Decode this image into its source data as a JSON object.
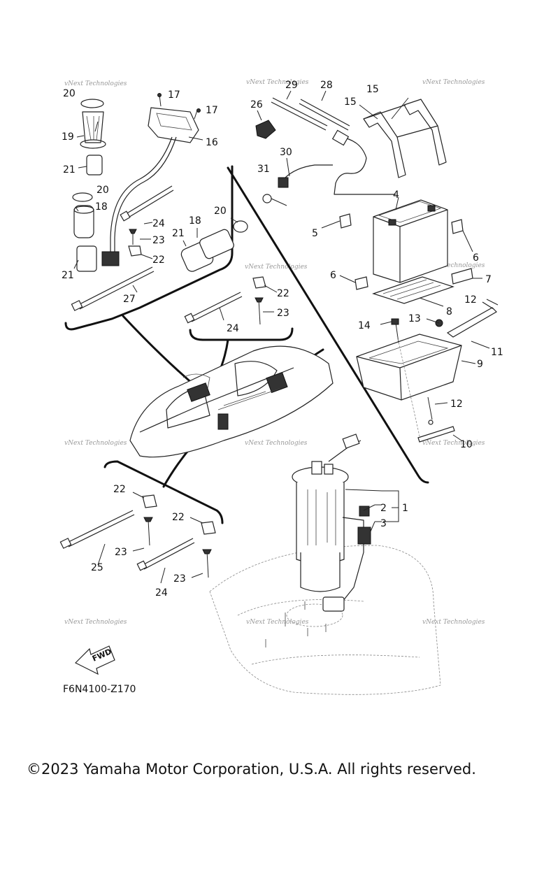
{
  "figure_code": "F6N4100-Z170",
  "fwd_label": "FWD",
  "watermark": "vNext Technologies",
  "copyright": "©2023 Yamaha Motor Corporation, U.S.A. All rights reserved.",
  "callouts": [
    {
      "id": "c1",
      "text": "1"
    },
    {
      "id": "c2",
      "text": "2"
    },
    {
      "id": "c3",
      "text": "3"
    },
    {
      "id": "c4",
      "text": "4"
    },
    {
      "id": "c5",
      "text": "5"
    },
    {
      "id": "c6a",
      "text": "6"
    },
    {
      "id": "c6b",
      "text": "6"
    },
    {
      "id": "c7",
      "text": "7"
    },
    {
      "id": "c8",
      "text": "8"
    },
    {
      "id": "c9",
      "text": "9"
    },
    {
      "id": "c10",
      "text": "10"
    },
    {
      "id": "c11",
      "text": "11"
    },
    {
      "id": "c12a",
      "text": "12"
    },
    {
      "id": "c12b",
      "text": "12"
    },
    {
      "id": "c13",
      "text": "13"
    },
    {
      "id": "c14",
      "text": "14"
    },
    {
      "id": "c15a",
      "text": "15"
    },
    {
      "id": "c15b",
      "text": "15"
    },
    {
      "id": "c16",
      "text": "16"
    },
    {
      "id": "c17a",
      "text": "17"
    },
    {
      "id": "c17b",
      "text": "17"
    },
    {
      "id": "c18a",
      "text": "18"
    },
    {
      "id": "c18b",
      "text": "18"
    },
    {
      "id": "c19",
      "text": "19"
    },
    {
      "id": "c20a",
      "text": "20"
    },
    {
      "id": "c20b",
      "text": "20"
    },
    {
      "id": "c20c",
      "text": "20"
    },
    {
      "id": "c21a",
      "text": "21"
    },
    {
      "id": "c21b",
      "text": "21"
    },
    {
      "id": "c21c",
      "text": "21"
    },
    {
      "id": "c22a",
      "text": "22"
    },
    {
      "id": "c22b",
      "text": "22"
    },
    {
      "id": "c22c",
      "text": "22"
    },
    {
      "id": "c22d",
      "text": "22"
    },
    {
      "id": "c23a",
      "text": "23"
    },
    {
      "id": "c23b",
      "text": "23"
    },
    {
      "id": "c23c",
      "text": "23"
    },
    {
      "id": "c23d",
      "text": "23"
    },
    {
      "id": "c24a",
      "text": "24"
    },
    {
      "id": "c24b",
      "text": "24"
    },
    {
      "id": "c24c",
      "text": "24"
    },
    {
      "id": "c25",
      "text": "25"
    },
    {
      "id": "c26",
      "text": "26"
    },
    {
      "id": "c27",
      "text": "27"
    },
    {
      "id": "c28",
      "text": "28"
    },
    {
      "id": "c29",
      "text": "29"
    },
    {
      "id": "c30",
      "text": "30"
    },
    {
      "id": "c31",
      "text": "31"
    }
  ]
}
